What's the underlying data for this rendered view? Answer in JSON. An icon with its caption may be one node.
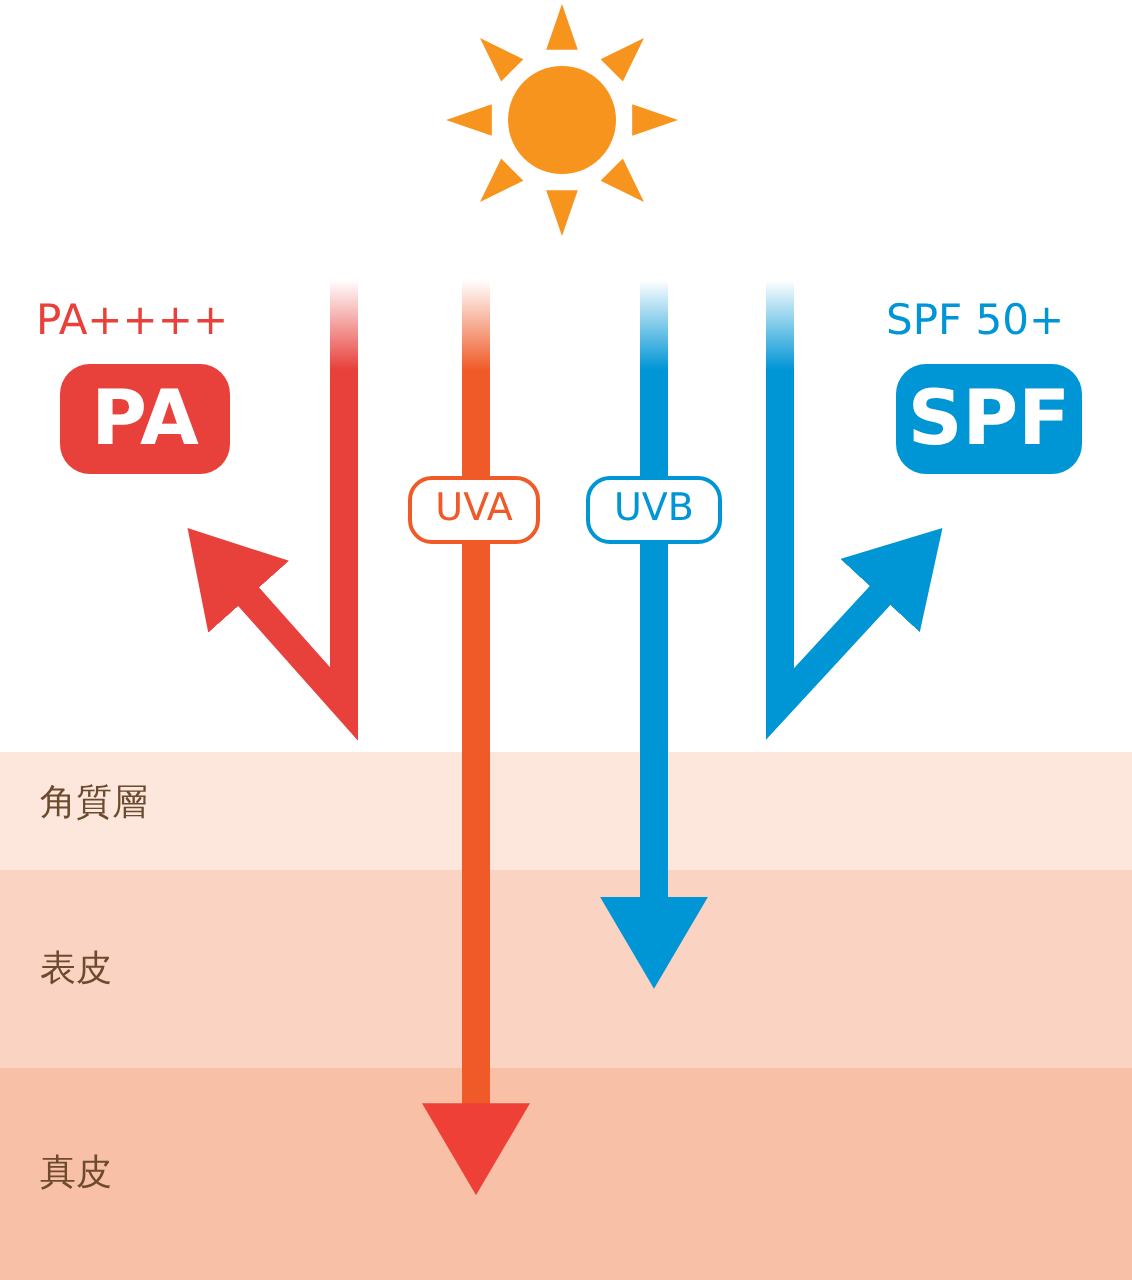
{
  "diagram": {
    "nodes": [
      {
        "text": [
          "PA++++",
          "PA"
        ]
      },
      {
        "text": [
          "SPF 50+",
          "SPF"
        ]
      },
      {
        "text": [
          "角質層"
        ]
      },
      {
        "text": [
          "表皮"
        ]
      },
      {
        "text": [
          "真皮"
        ]
      }
    ],
    "edges": [
      {
        "from": null,
        "to": 4,
        "arrow": "to",
        "label": "UVA",
        "color": "#f05a28"
      },
      {
        "from": null,
        "to": 3,
        "arrow": "to",
        "label": "UVB",
        "color": "#0095d5"
      },
      {
        "from": null,
        "to": 0,
        "arrow": "to",
        "color": "#e8403a"
      },
      {
        "from": null,
        "to": 1,
        "arrow": "to",
        "color": "#0095d5"
      }
    ]
  }
}
